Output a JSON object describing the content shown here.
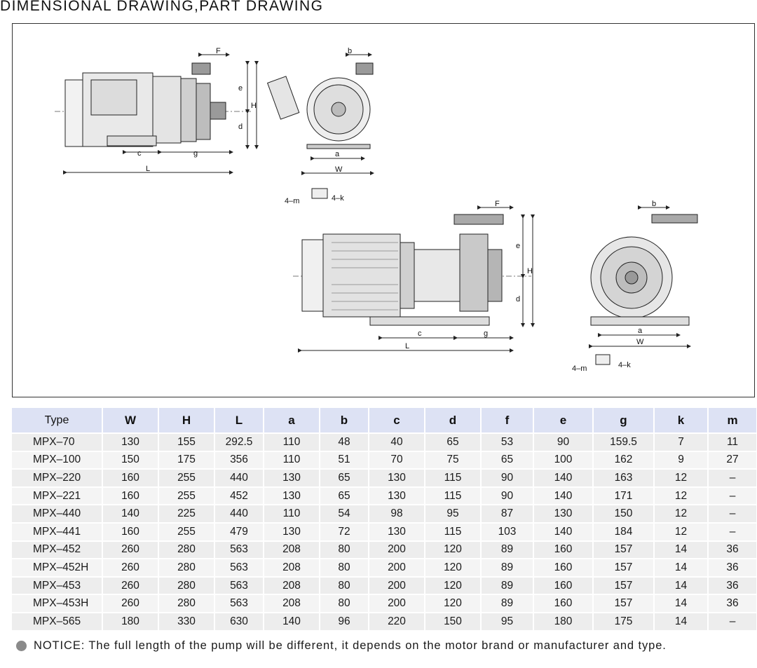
{
  "title": "DIMENSIONAL DRAWING,PART DRAWING",
  "drawing_labels": {
    "F": "F",
    "b": "b",
    "e": "e",
    "H": "H",
    "d": "d",
    "c": "c",
    "g": "g",
    "L": "L",
    "a": "a",
    "W": "W",
    "m": "4–m",
    "k": "4–k"
  },
  "table": {
    "headers": [
      "Type",
      "W",
      "H",
      "L",
      "a",
      "b",
      "c",
      "d",
      "f",
      "e",
      "g",
      "k",
      "m"
    ],
    "rows": [
      [
        "MPX–70",
        "130",
        "155",
        "292.5",
        "110",
        "48",
        "40",
        "65",
        "53",
        "90",
        "159.5",
        "7",
        "11"
      ],
      [
        "MPX–100",
        "150",
        "175",
        "356",
        "110",
        "51",
        "70",
        "75",
        "65",
        "100",
        "162",
        "9",
        "27"
      ],
      [
        "MPX–220",
        "160",
        "255",
        "440",
        "130",
        "65",
        "130",
        "115",
        "90",
        "140",
        "163",
        "12",
        "–"
      ],
      [
        "MPX–221",
        "160",
        "255",
        "452",
        "130",
        "65",
        "130",
        "115",
        "90",
        "140",
        "171",
        "12",
        "–"
      ],
      [
        "MPX–440",
        "140",
        "225",
        "440",
        "110",
        "54",
        "98",
        "95",
        "87",
        "130",
        "150",
        "12",
        "–"
      ],
      [
        "MPX–441",
        "160",
        "255",
        "479",
        "130",
        "72",
        "130",
        "115",
        "103",
        "140",
        "184",
        "12",
        "–"
      ],
      [
        "MPX–452",
        "260",
        "280",
        "563",
        "208",
        "80",
        "200",
        "120",
        "89",
        "160",
        "157",
        "14",
        "36"
      ],
      [
        "MPX–452H",
        "260",
        "280",
        "563",
        "208",
        "80",
        "200",
        "120",
        "89",
        "160",
        "157",
        "14",
        "36"
      ],
      [
        "MPX–453",
        "260",
        "280",
        "563",
        "208",
        "80",
        "200",
        "120",
        "89",
        "160",
        "157",
        "14",
        "36"
      ],
      [
        "MPX–453H",
        "260",
        "280",
        "563",
        "208",
        "80",
        "200",
        "120",
        "89",
        "160",
        "157",
        "14",
        "36"
      ],
      [
        "MPX–565",
        "180",
        "330",
        "630",
        "140",
        "96",
        "220",
        "150",
        "95",
        "180",
        "175",
        "14",
        "–"
      ]
    ]
  },
  "notice": "NOTICE: The full length of the pump will be different, it depends on the motor brand or manufacturer and type."
}
